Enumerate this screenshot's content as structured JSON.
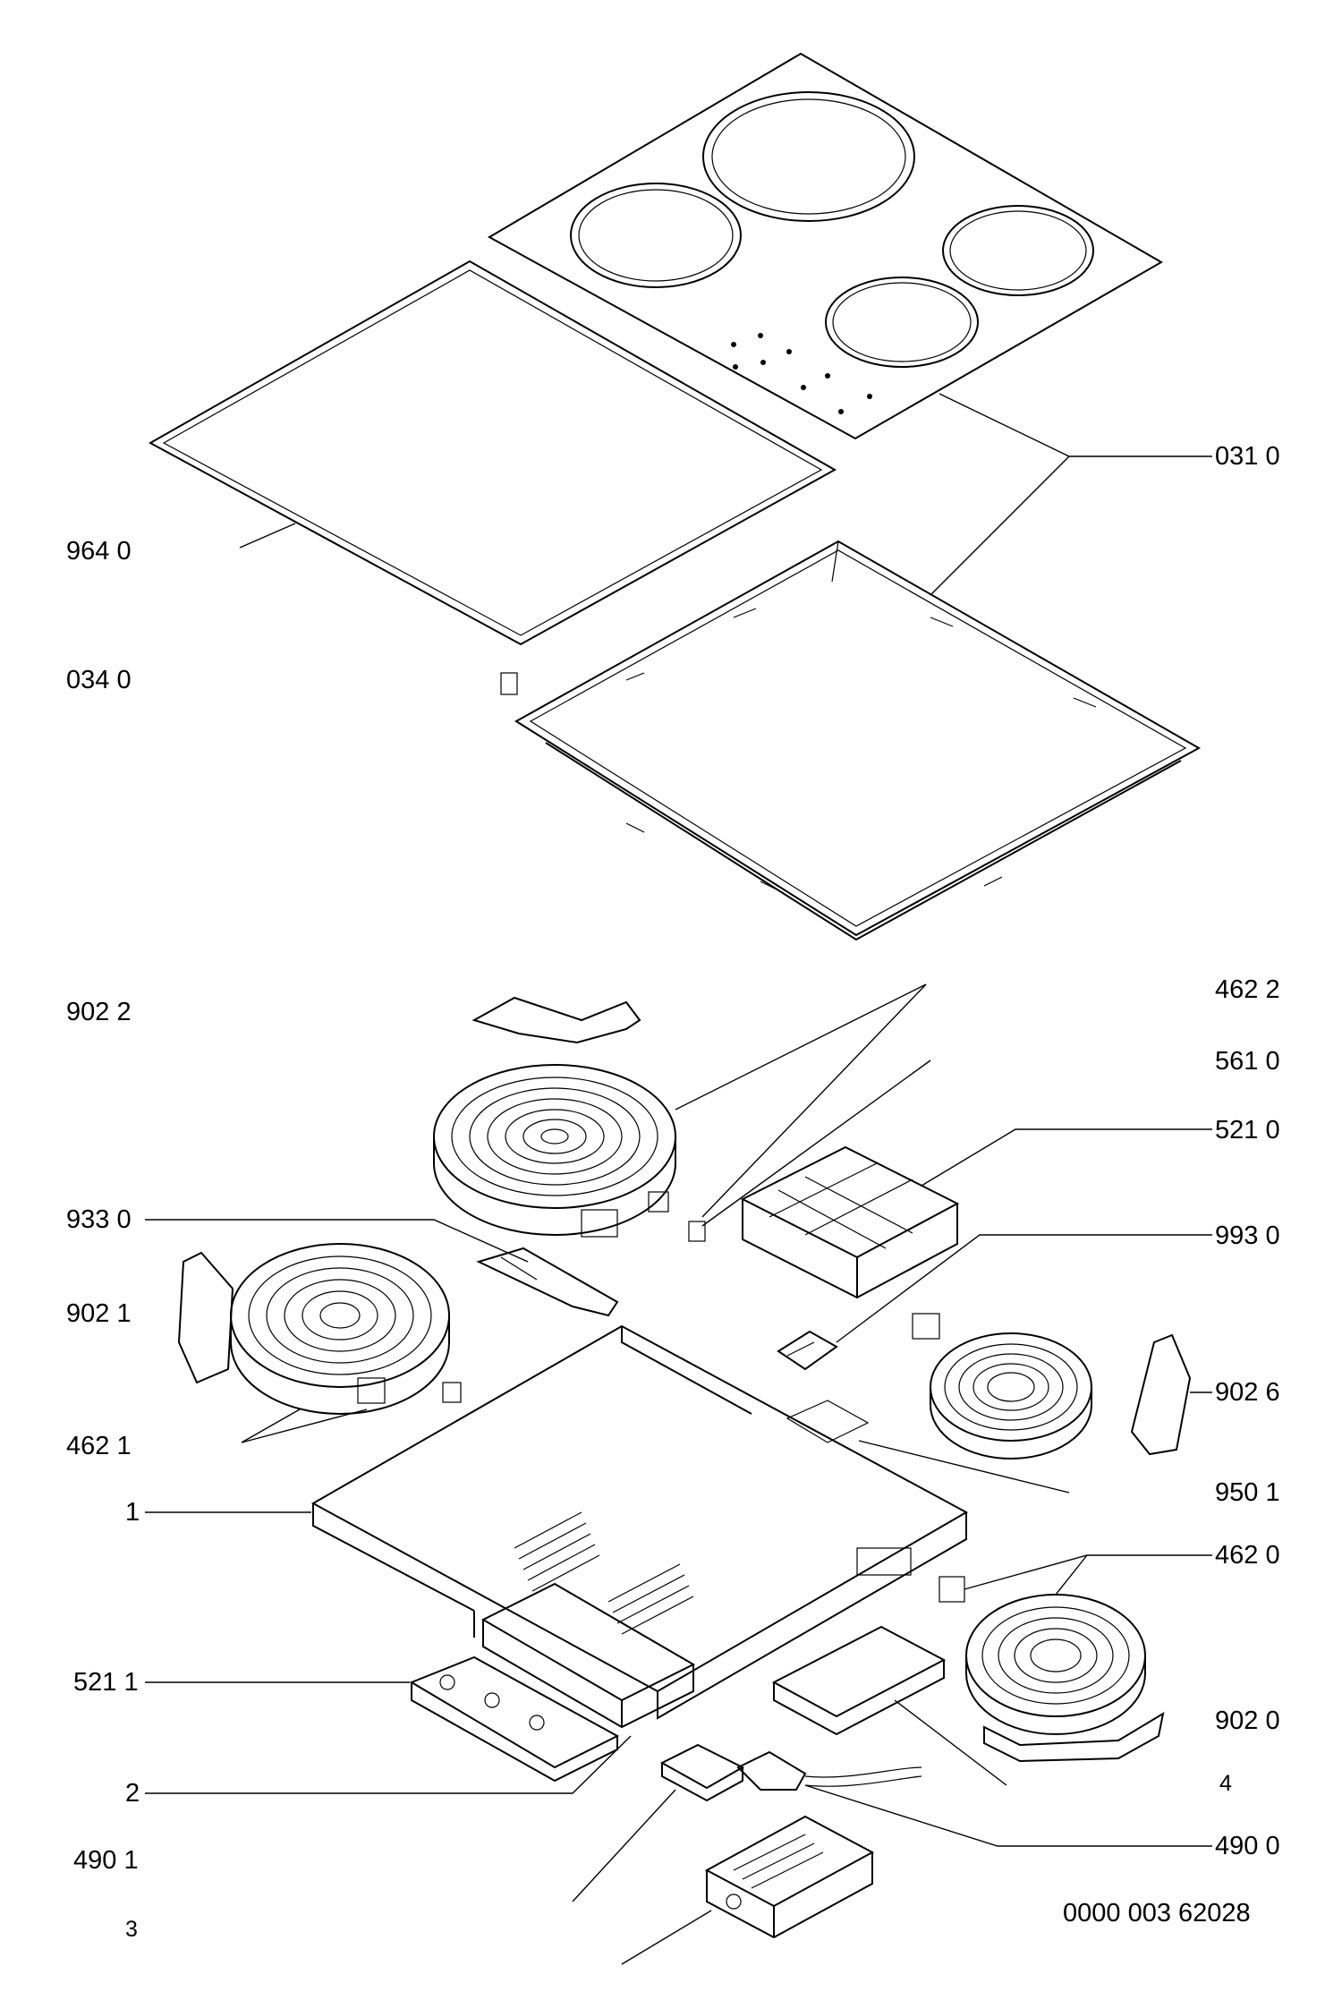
{
  "labels": {
    "l_031_0": "031 0",
    "l_964_0": "964 0",
    "l_034_0": "034 0",
    "l_902_2": "902 2",
    "l_462_2": "462 2",
    "l_561_0": "561 0",
    "l_521_0": "521 0",
    "l_933_0": "933 0",
    "l_993_0": "993 0",
    "l_902_1": "902 1",
    "l_902_6": "902 6",
    "l_462_1": "462 1",
    "l_950_1": "950 1",
    "l_1": "1",
    "l_462_0": "462 0",
    "l_521_1": "521 1",
    "l_902_0": "902 0",
    "l_2": "2",
    "l_4": "4",
    "l_490_1": "490 1",
    "l_490_0": "490 0",
    "l_3": "3",
    "drawing_number": "0000 003 62028"
  }
}
